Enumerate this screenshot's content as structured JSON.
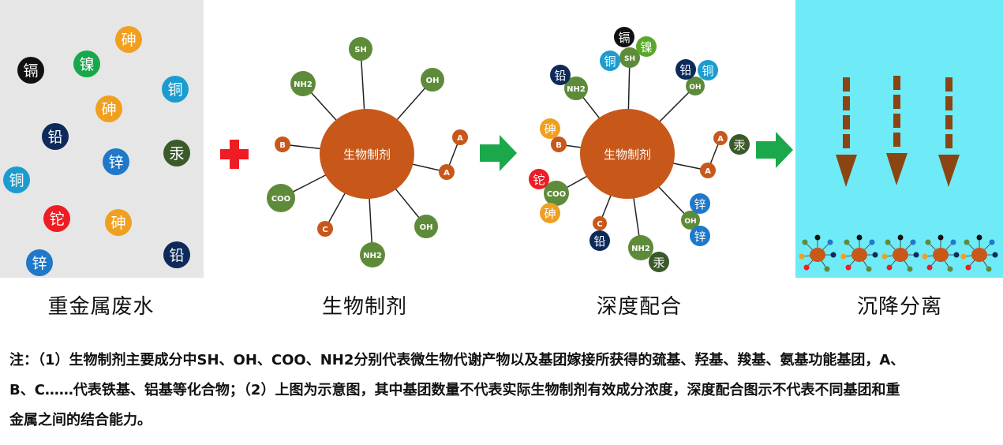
{
  "colors": {
    "waste_bg": "#e6e6e6",
    "sediment_bg": "#6feaf7",
    "core": "#c8581a",
    "green_node": "#5e8b3a",
    "orange_node": "#c8581a",
    "plus": "#ee1c24",
    "arrow": "#1aa84a",
    "down_arrow": "#8b4513"
  },
  "ions": {
    "cd": "镉",
    "ni": "镍",
    "as": "砷",
    "cu": "铜",
    "pb": "铅",
    "zn": "锌",
    "hg": "汞",
    "tl": "铊"
  },
  "agent": {
    "core_label": "生物制剂",
    "groups": {
      "sh": "SH",
      "oh": "OH",
      "nh2": "NH2",
      "coo": "COO",
      "a": "A",
      "b": "B",
      "c": "C"
    }
  },
  "captions": {
    "waste": "重金属废水",
    "agent": "生物制剂",
    "deep": "深度配合",
    "settle": "沉降分离"
  },
  "note": {
    "line1": "注：（1）生物制剂主要成分中SH、OH、COO、NH2分别代表微生物代谢产物以及基团嫁接所获得的巯基、羟基、羧基、氨基功能基团，A、",
    "line2": "B、C……代表铁基、铝基等化合物；（2）上图为示意图，其中基团数量不代表实际生物制剂有效成分浓度，深度配合图示不代表不同基团和重",
    "line3": "金属之间的结合能力。"
  }
}
